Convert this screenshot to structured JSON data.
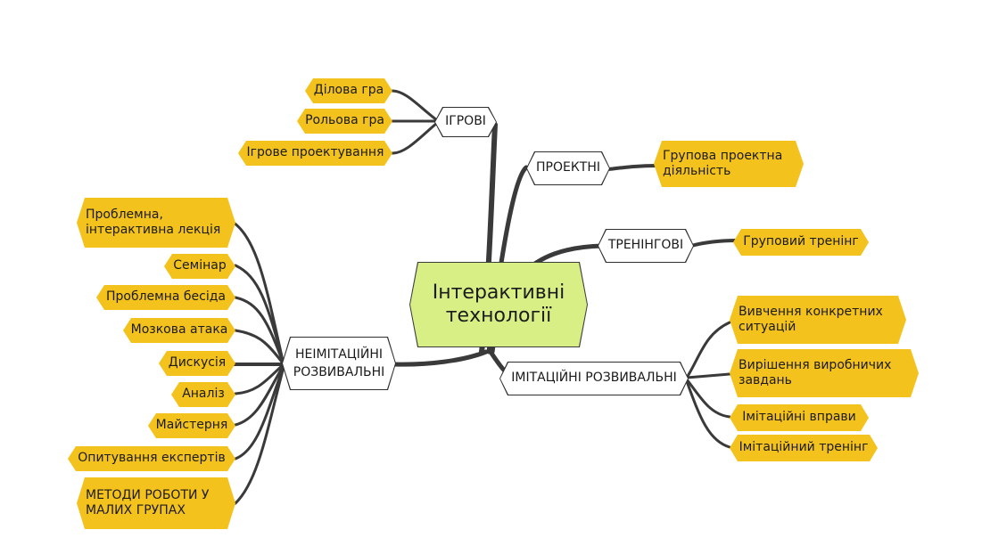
{
  "center": "Інтерактивні технології",
  "branches": {
    "igrovi": {
      "label": "ІГРОВІ",
      "items": [
        "Ділова гра",
        "Рольова гра",
        "Ігрове проектування"
      ]
    },
    "proektni": {
      "label": "ПРОЕКТНІ",
      "items": [
        "Групова проектна діяльність"
      ]
    },
    "treningovi": {
      "label": "ТРЕНІНГОВІ",
      "items": [
        "Груповий тренінг"
      ]
    },
    "imitatsiini": {
      "label": "ІМІТАЦІЙНІ РОЗВИВАЛЬНІ",
      "items": [
        "Вивчення конкретних ситуацій",
        "Вирішення виробничих завдань",
        "Імітаційні вправи",
        "Імітаційний тренінг"
      ]
    },
    "neimitatsiini": {
      "label": "НЕІМІТАЦІЙНІ РОЗВИВАЛЬНІ",
      "items": [
        "Проблемна, інтерактивна лекція",
        "Семінар",
        "Проблемна бесіда",
        "Мозкова атака",
        "Дискусія",
        "Аналіз",
        "Майстерня",
        "Опитування експертів",
        "МЕТОДИ РОБОТИ У МАЛИХ ГРУПАХ"
      ]
    }
  },
  "colors": {
    "leaf_fill": "#f4c21c",
    "center_fill": "#d8ef86",
    "branch_fill": "#ffffff",
    "connector": "#3a3a3a"
  }
}
